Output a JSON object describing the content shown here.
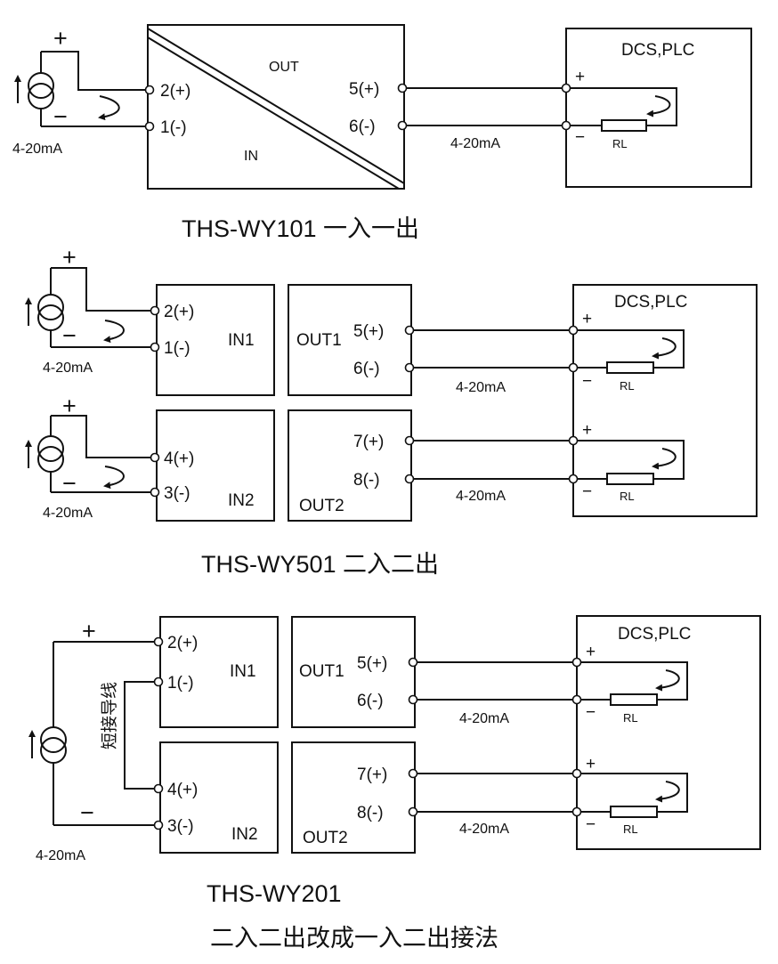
{
  "diagrams": [
    {
      "title": "THS-WY101 一入一出",
      "module_labels": [
        "OUT",
        "IN"
      ],
      "input_terminals": [
        "2(+)",
        "1(-)"
      ],
      "output_terminals": [
        "5(+)",
        "6(-)"
      ],
      "source": {
        "plus": "+",
        "minus": "−",
        "current": "4-20mA"
      },
      "loop_current": "4-20mA",
      "dcs": {
        "label": "DCS,PLC",
        "plus": "+",
        "minus": "−",
        "load": "RL"
      }
    },
    {
      "title": "THS-WY501   二入二出",
      "module_labels": [
        "IN1",
        "OUT1",
        "IN2",
        "OUT2"
      ],
      "input_terminals": [
        "2(+)",
        "1(-)",
        "4(+)",
        "3(-)"
      ],
      "output_terminals": [
        "5(+)",
        "6(-)",
        "7(+)",
        "8(-)"
      ],
      "source": {
        "plus": "+",
        "minus": "−",
        "current": "4-20mA"
      },
      "loop_current": "4-20mA",
      "dcs": {
        "label": "DCS,PLC",
        "plus": "+",
        "minus": "−",
        "load": "RL"
      }
    },
    {
      "title": "THS-WY201",
      "subtitle": "二入二出改成一入二出接法",
      "module_labels": [
        "IN1",
        "OUT1",
        "IN2",
        "OUT2"
      ],
      "input_terminals": [
        "2(+)",
        "1(-)",
        "4(+)",
        "3(-)"
      ],
      "output_terminals": [
        "5(+)",
        "6(-)",
        "7(+)",
        "8(-)"
      ],
      "jumper_label": "短接导线",
      "source": {
        "plus": "+",
        "minus": "−",
        "current": "4-20mA"
      },
      "loop_current": "4-20mA",
      "dcs": {
        "label": "DCS,PLC",
        "plus": "+",
        "minus": "−",
        "load": "RL"
      }
    }
  ]
}
